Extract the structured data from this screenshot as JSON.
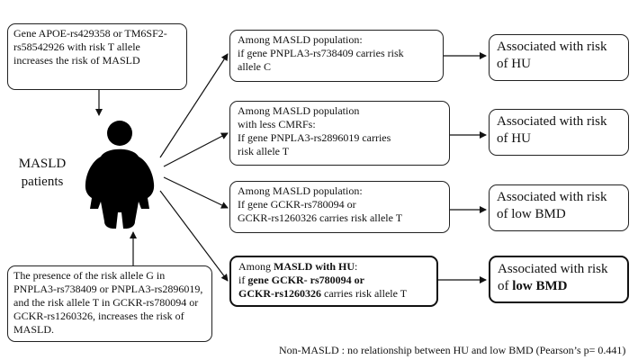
{
  "patient_label": [
    "MASLD",
    "patients"
  ],
  "top_left_box": "Gene APOE-rs429358 or TM6SF2-rs58542926 with risk T allele increases the risk of MASLD",
  "bottom_left_box": "The presence of the risk allele G in PNPLA3-rs738409 or PNPLA3-rs2896019, and the risk allele T in GCKR-rs780094 or GCKR-rs1260326, increases the risk of MASLD.",
  "conditions": [
    {
      "lines": [
        "Among MASLD population:",
        "if gene PNPLA3-rs738409 carries risk",
        "allele C"
      ],
      "outcome": [
        "Associated with risk",
        "of HU"
      ]
    },
    {
      "lines": [
        "Among MASLD population",
        "with less CMRFs:",
        "If gene PNPLA3-rs2896019 carries",
        "risk allele T"
      ],
      "outcome": [
        "Associated with risk",
        "of HU"
      ]
    },
    {
      "lines": [
        "Among MASLD population:",
        "If gene GCKR-rs780094 or",
        "GCKR-rs1260326 carries risk allele T"
      ],
      "outcome": [
        "Associated with risk",
        "of low BMD"
      ]
    },
    {
      "line1_pre": "Among ",
      "line1_bold": "MASLD with HU",
      "line1_post": ":",
      "line2_pre": "if ",
      "line2_bold": "gene GCKR- rs780094 or",
      "line3_bold": "GCKR-rs1260326",
      "line3_post": " carries risk allele T",
      "outcome_line1": "Associated with risk",
      "outcome_line2_pre": "of ",
      "outcome_line2_bold": "low BMD"
    }
  ],
  "footer": "Non-MASLD : no relationship between HU and low BMD (Pearson’s p= 0.441)",
  "colors": {
    "stroke": "#111111",
    "background": "#ffffff",
    "silhouette": "#000000"
  }
}
